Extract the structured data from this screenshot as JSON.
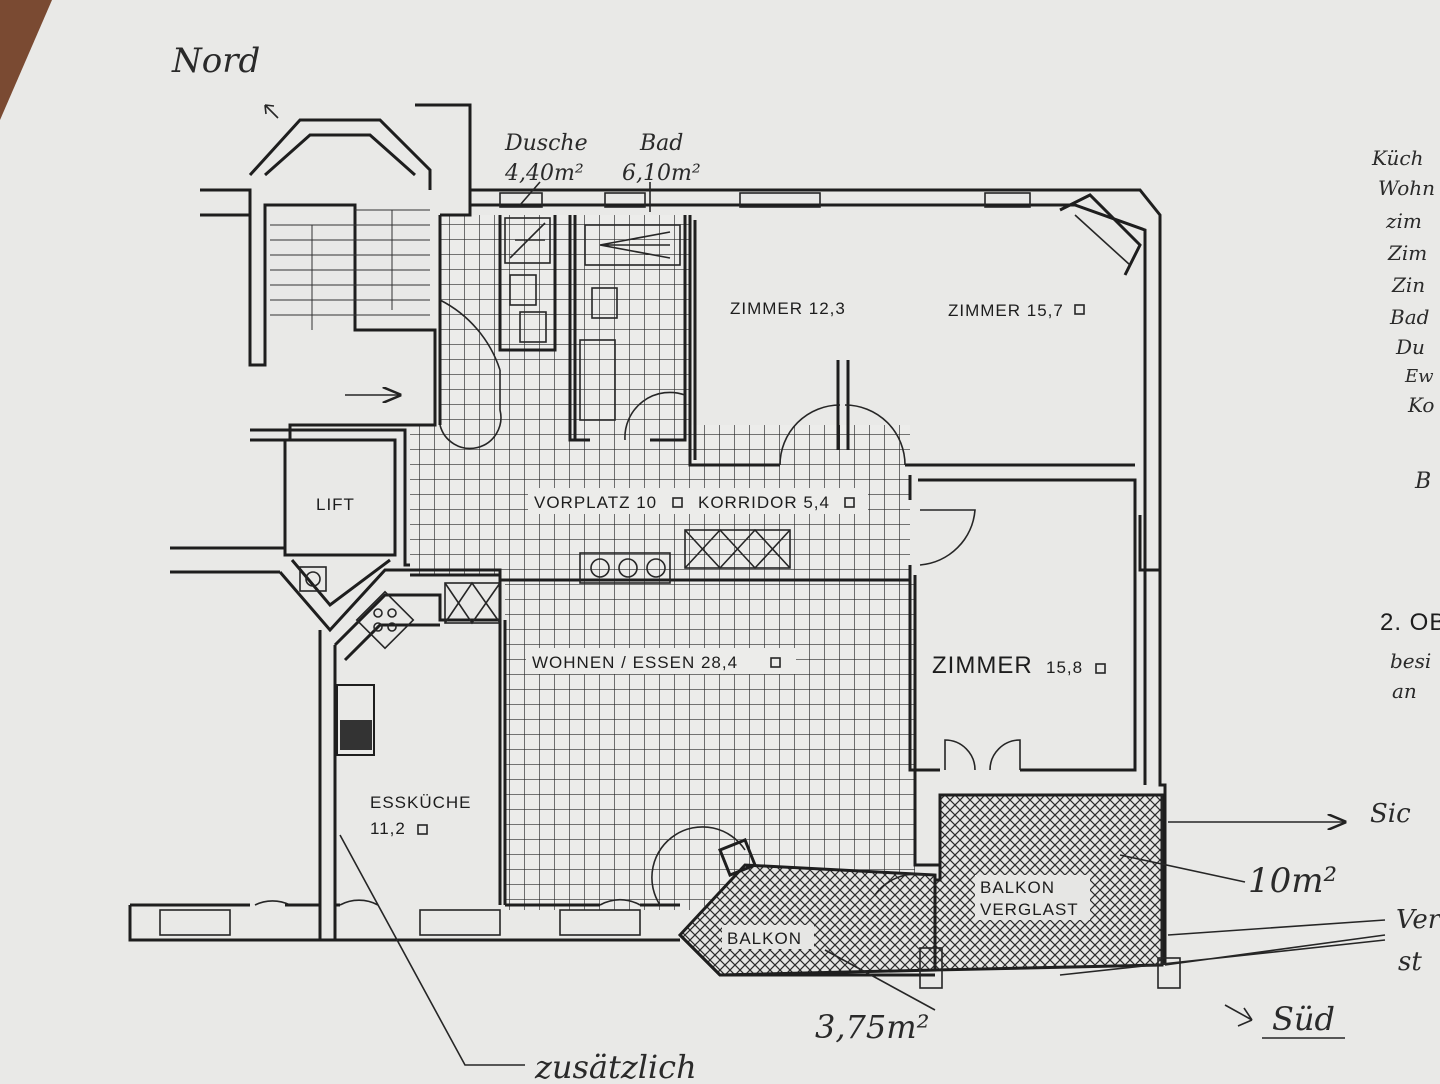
{
  "handwritten": {
    "north": "Nord",
    "south": "Süd",
    "dusche_label": "Dusche",
    "dusche_area": "4,40m²",
    "bad_label": "Bad",
    "bad_area": "6,10m²",
    "balkon_verglast_area": "10m²",
    "balkon_area": "3,75m²",
    "zusaetzlich": "zusätzlich",
    "side_partial": "Sic"
  },
  "rooms": {
    "zimmer_a": "ZIMMER  12,3",
    "zimmer_b": "ZIMMER  15,7",
    "zimmer_c_name": "ZIMMER",
    "zimmer_c_area": "15,8",
    "lift": "LIFT",
    "vorplatz": "VORPLATZ 10",
    "korridor": "KORRIDOR  5,4",
    "wohnen": "WOHNEN / ESSEN  28,4",
    "esskueche_name": "ESSKÜCHE",
    "esskueche_area": "11,2",
    "balkon_verglast_1": "BALKON",
    "balkon_verglast_2": "VERGLAST",
    "balkon": "BALKON"
  },
  "margin_notes": {
    "lines": [
      "Küch",
      "Wohn",
      "zim",
      "Zim",
      "Zin",
      "Bad",
      "Du",
      "Ew",
      "Ko",
      "B"
    ],
    "floor_heading": "2. OB",
    "floor_sub_1": "besi",
    "floor_sub_2": "an",
    "ver_1": "Ver",
    "ver_2": "st"
  },
  "colors": {
    "paper": "#e9e9e7",
    "ink": "#1e1e1e",
    "table": "#7a4a32"
  }
}
